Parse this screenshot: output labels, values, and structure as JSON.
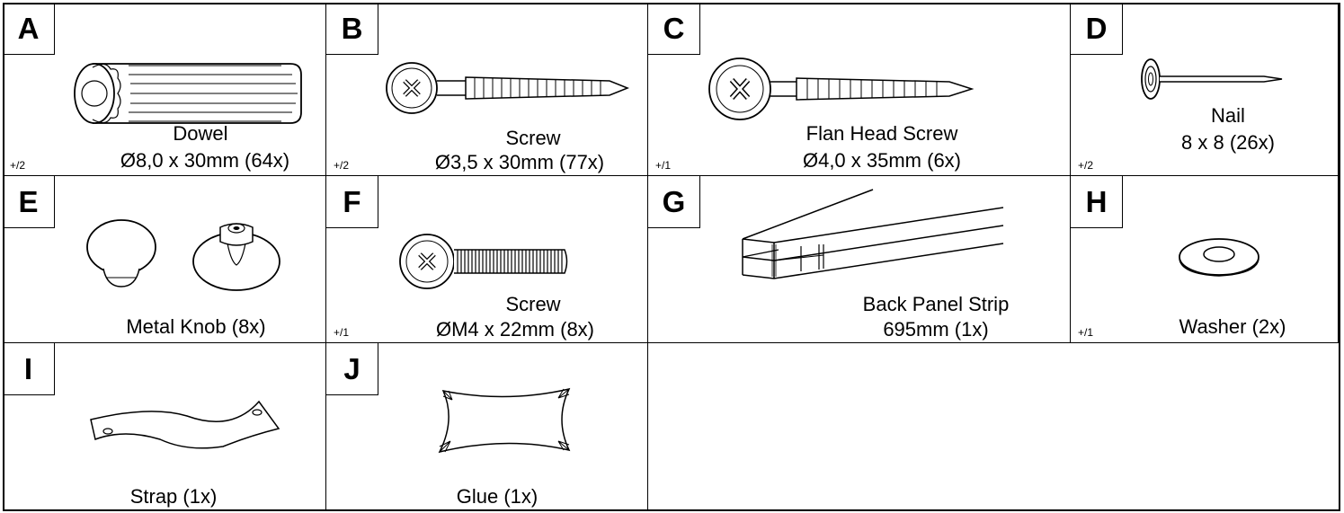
{
  "parts": [
    {
      "letter": "A",
      "name": "Dowel",
      "spec": "Ø8,0 x 30mm (64x)",
      "extra": "+/2",
      "icon": "dowel-icon"
    },
    {
      "letter": "B",
      "name": "Screw",
      "spec": "Ø3,5 x 30mm (77x)",
      "extra": "+/2",
      "icon": "screw-icon"
    },
    {
      "letter": "C",
      "name": "Flan Head Screw",
      "spec": "Ø4,0 x 35mm (6x)",
      "extra": "+/1",
      "icon": "flange-screw-icon"
    },
    {
      "letter": "D",
      "name": "Nail",
      "spec": "8 x 8 (26x)",
      "extra": "+/2",
      "icon": "nail-icon"
    },
    {
      "letter": "E",
      "name": "Metal Knob (8x)",
      "spec": "",
      "extra": "",
      "icon": "metal-knob-icon"
    },
    {
      "letter": "F",
      "name": "Screw",
      "spec": "ØM4 x 22mm (8x)",
      "extra": "+/1",
      "icon": "machine-screw-icon"
    },
    {
      "letter": "G",
      "name": "Back Panel Strip",
      "spec": "695mm (1x)",
      "extra": "",
      "icon": "panel-strip-icon"
    },
    {
      "letter": "H",
      "name": "Washer (2x)",
      "spec": "",
      "extra": "+/1",
      "icon": "washer-icon"
    },
    {
      "letter": "I",
      "name": "Strap (1x)",
      "spec": "",
      "extra": "",
      "icon": "strap-icon"
    },
    {
      "letter": "J",
      "name": "Glue (1x)",
      "spec": "",
      "extra": "",
      "icon": "glue-icon"
    }
  ]
}
